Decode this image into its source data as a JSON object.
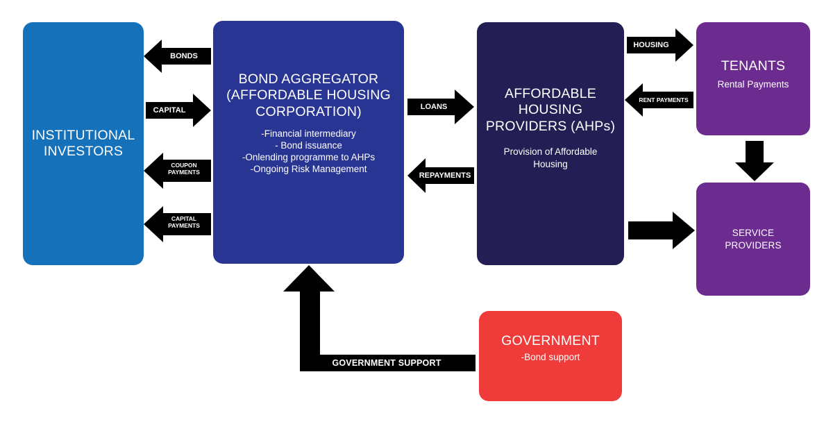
{
  "colors": {
    "investors": "#1471ba",
    "aggregator": "#283593",
    "ahp": "#231e53",
    "tenants": "#6c2c8f",
    "service_providers": "#6c2c8f",
    "government": "#ef3b3a",
    "arrow": "#000000"
  },
  "boxes": {
    "investors": {
      "title": "INSTITUTIONAL\nINVESTORS"
    },
    "aggregator": {
      "title": "BOND AGGREGATOR\n(AFFORDABLE HOUSING\nCORPORATION)",
      "details": "-Financial intermediary\n- Bond issuance\n-Onlending programme to AHPs\n-Ongoing Risk Management"
    },
    "ahp": {
      "title": "AFFORDABLE\nHOUSING\nPROVIDERS (AHPs)",
      "details": "Provision of Affordable\nHousing"
    },
    "tenants": {
      "title": "TENANTS",
      "details": "Rental Payments"
    },
    "service_providers": {
      "title": "SERVICE\nPROVIDERS"
    },
    "government": {
      "title": "GOVERNMENT",
      "details": "-Bond support"
    }
  },
  "flows": {
    "bonds": "BONDS",
    "capital": "CAPITAL",
    "coupon_payments": "COUPON\nPAYMENTS",
    "capital_payments": "CAPITAL\nPAYMENTS",
    "loans": "LOANS",
    "repayments": "REPAYMENTS",
    "housing": "HOUSING",
    "rent_payments": "RENT PAYMENTS",
    "government_support": "GOVERNMENT SUPPORT"
  }
}
